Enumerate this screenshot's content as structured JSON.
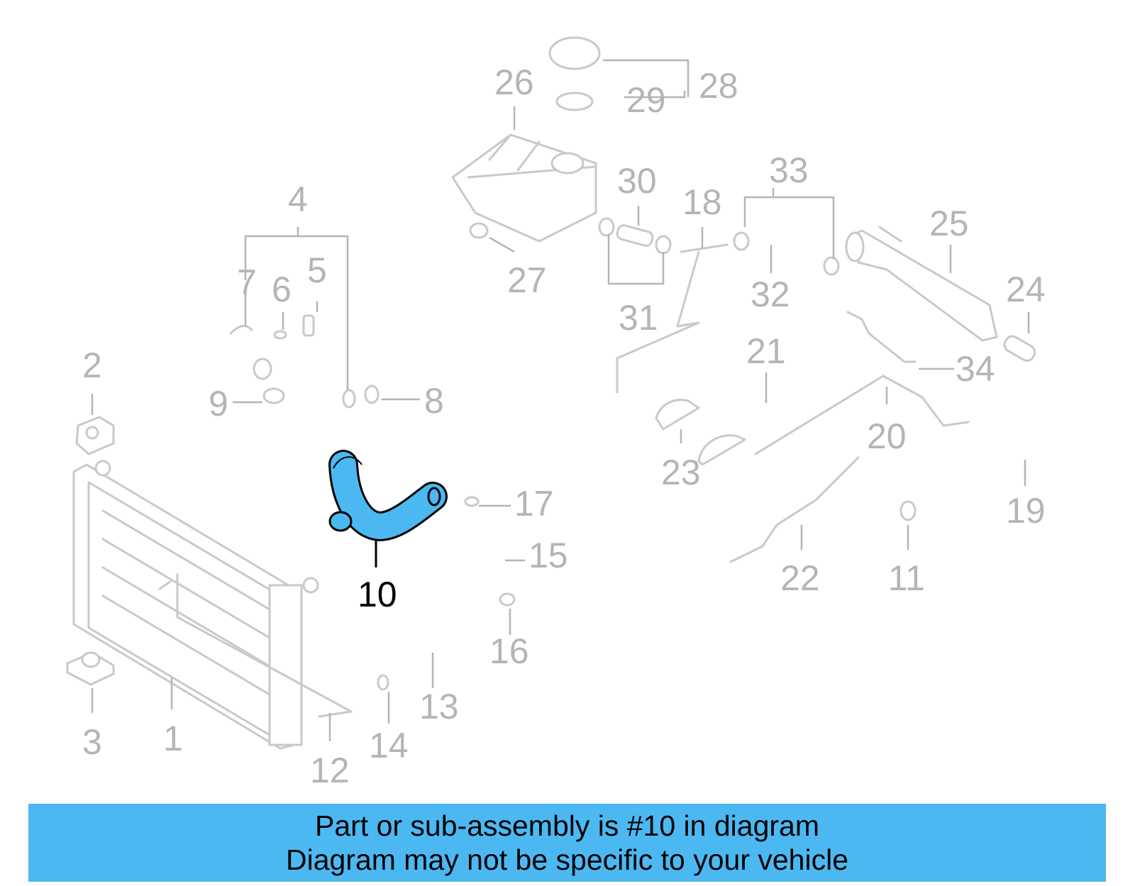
{
  "diagram": {
    "highlighted_part": "10",
    "highlight_color": "#4cb8f2",
    "callouts": [
      "1",
      "2",
      "3",
      "4",
      "5",
      "6",
      "7",
      "8",
      "9",
      "10",
      "11",
      "12",
      "13",
      "14",
      "15",
      "16",
      "17",
      "18",
      "19",
      "20",
      "21",
      "22",
      "23",
      "24",
      "25",
      "26",
      "27",
      "28",
      "29",
      "30",
      "31",
      "32",
      "33",
      "34"
    ]
  },
  "banner": {
    "line1": "Part or sub-assembly is #10 in diagram",
    "line2": "Diagram may not be specific to your vehicle",
    "color": "#4cb8f2"
  }
}
